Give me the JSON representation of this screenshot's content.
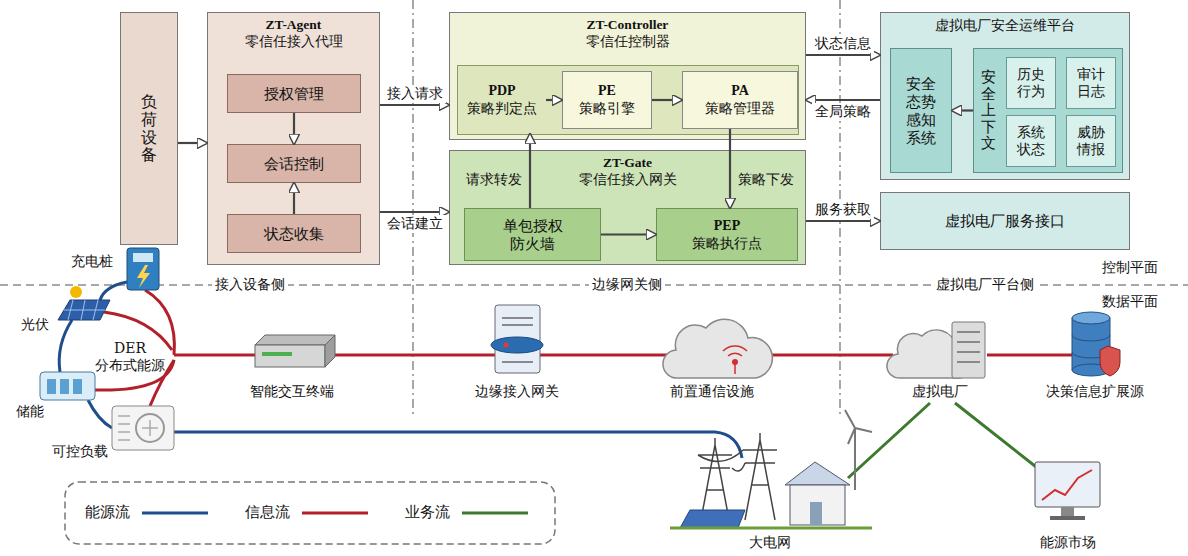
{
  "diagram": {
    "nodes": [
      {
        "text": [
          "负荷设备"
        ]
      },
      {
        "text": [
          "ZT-Agent",
          "零信任接入代理"
        ]
      },
      {
        "text": [
          "授权管理"
        ],
        "in": 1
      },
      {
        "text": [
          "会话控制"
        ],
        "in": 1
      },
      {
        "text": [
          "状态收集"
        ],
        "in": 1
      },
      {
        "text": [
          "ZT-Controller",
          "零信任控制器"
        ]
      },
      {
        "text": [
          "PDP",
          "策略判定点"
        ],
        "in": 5
      },
      {
        "text": [
          "PE",
          "策略引擎"
        ],
        "in": 5
      },
      {
        "text": [
          "PA",
          "策略管理器"
        ],
        "in": 5
      },
      {
        "text": [
          "ZT-Gate",
          "零信任接入网关"
        ]
      },
      {
        "text": [
          "单包授权 防火墙"
        ],
        "in": 9
      },
      {
        "text": [
          "PEP",
          "策略执行点"
        ],
        "in": 9
      },
      {
        "text": [
          "虚拟电厂安全运维平台"
        ]
      },
      {
        "text": [
          "安全态势感知系统"
        ],
        "in": 12
      },
      {
        "text": [
          "安全上下文"
        ],
        "in": 12
      },
      {
        "text": [
          "历史行为"
        ],
        "in": 14
      },
      {
        "text": [
          "审计日志"
        ],
        "in": 14
      },
      {
        "text": [
          "系统状态"
        ],
        "in": 14
      },
      {
        "text": [
          "威胁情报"
        ],
        "in": 14
      },
      {
        "text": [
          "虚拟电厂服务接口"
        ]
      }
    ],
    "edges": [
      {
        "from": 0,
        "to": 1,
        "arrow": "to"
      },
      {
        "from": 2,
        "to": 3,
        "arrow": "to"
      },
      {
        "from": 4,
        "to": 3,
        "arrow": "to"
      },
      {
        "from": 1,
        "to": 5,
        "arrow": "to",
        "label": "接入请求"
      },
      {
        "from": 1,
        "to": 9,
        "arrow": "to",
        "label": "会话建立"
      },
      {
        "from": 6,
        "to": 7,
        "arrow": "to"
      },
      {
        "from": 7,
        "to": 8,
        "arrow": "to"
      },
      {
        "from": 10,
        "to": 6,
        "arrow": "to",
        "label": "请求转发"
      },
      {
        "from": 8,
        "to": 11,
        "arrow": "to",
        "label": "策略下发"
      },
      {
        "from": 10,
        "to": 11,
        "arrow": "to"
      },
      {
        "from": 5,
        "to": 12,
        "arrow": "to",
        "label": "状态信息"
      },
      {
        "from": 12,
        "to": 5,
        "arrow": "to",
        "label": "全局策略"
      },
      {
        "from": 9,
        "to": 19,
        "arrow": "to",
        "label": "服务获取"
      },
      {
        "from": 14,
        "to": 13,
        "arrow": "to"
      }
    ],
    "labels": [
      "接入设备侧",
      "边缘网关侧",
      "虚拟电厂平台侧",
      "控制平面",
      "数据平面",
      "充电桩",
      "光伏",
      "DER",
      "分布式能源",
      "储能",
      "可控负载",
      "智能交互终端",
      "边缘接入网关",
      "前置通信设施",
      "虚拟电厂",
      "决策信息扩展源",
      "大电网",
      "能源市场"
    ],
    "legend": [
      {
        "text": "能源流"
      },
      {
        "text": "信息流"
      },
      {
        "text": "业务流"
      }
    ]
  }
}
